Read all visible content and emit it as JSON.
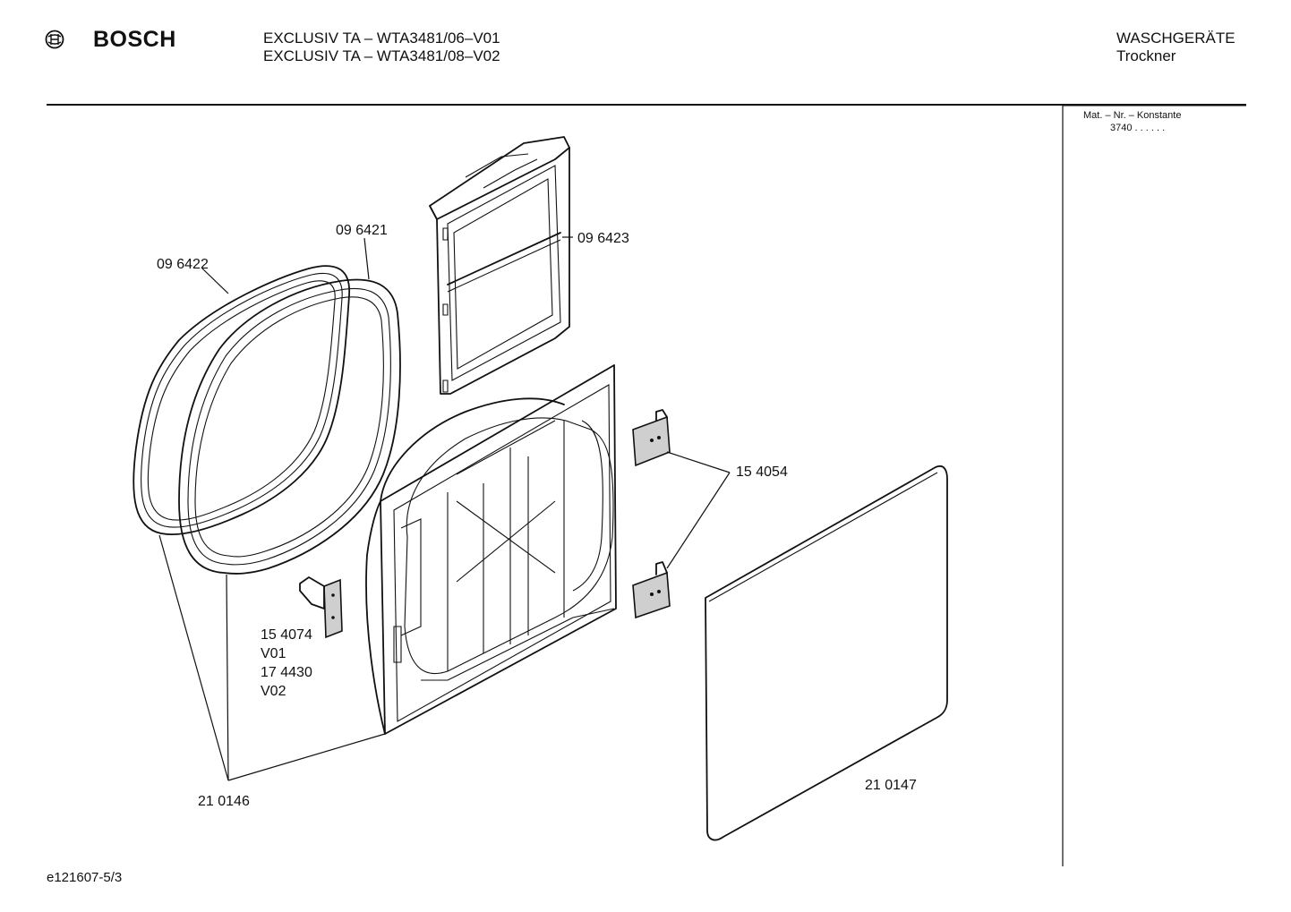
{
  "header": {
    "brand": "BOSCH",
    "model_line_1": "EXCLUSIV TA – WTA3481/06–V01",
    "model_line_2": "EXCLUSIV TA – WTA3481/08–V02",
    "category": "WASCHGERÄTE",
    "subcategory": "Trockner"
  },
  "sidebar": {
    "label": "Mat. – Nr. – Konstante",
    "value": "3740 . . . . . ."
  },
  "parts": {
    "seal_outer": "09 6422",
    "seal_inner": "09 6421",
    "filter": "09 6423",
    "hinge": "15 4054",
    "latch": "15 4074",
    "latch_v1": "V01",
    "latch_alt": "17 4430",
    "latch_v2": "V02",
    "door_frame": "21 0146",
    "door_panel": "21 0147"
  },
  "footer": {
    "doc_id": "e121607-5/3"
  }
}
